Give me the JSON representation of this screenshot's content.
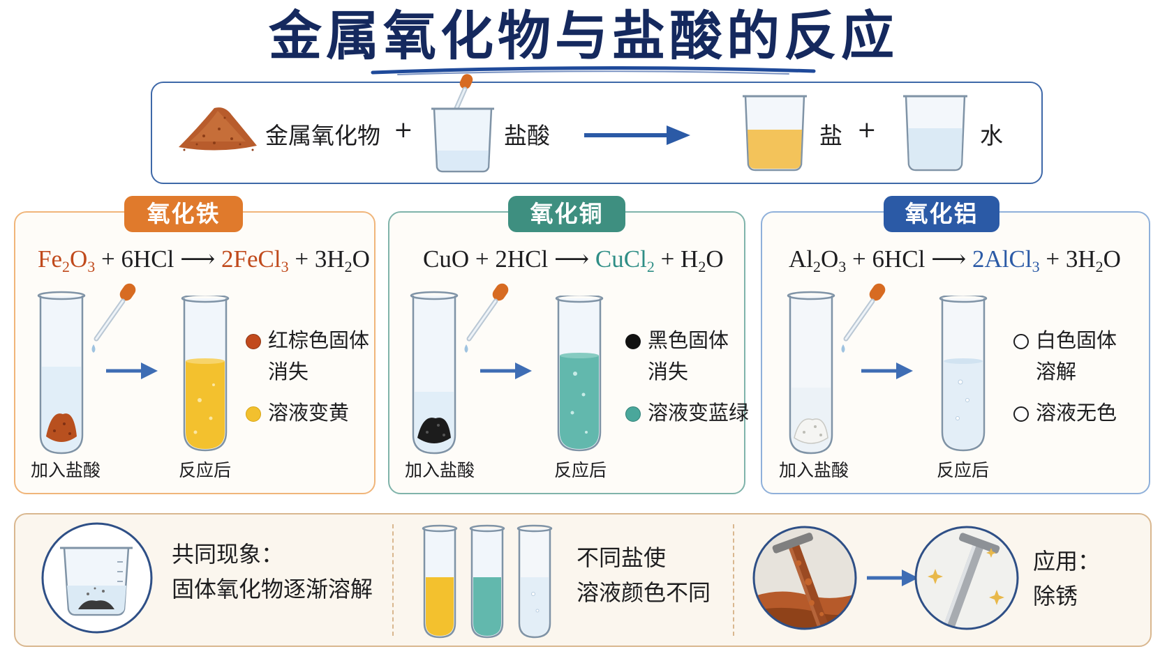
{
  "title": "金属氧化物与盐酸的反应",
  "general": {
    "metal_oxide": "金属氧化物",
    "plus1": "+",
    "acid": "盐酸",
    "salt": "盐",
    "plus2": "+",
    "water": "水"
  },
  "cards": [
    {
      "tag": "氧化铁",
      "color": "#e07a2c",
      "eq": {
        "reactant": "Fe",
        "r_sub1": "2",
        "r_mid": "O",
        "r_sub2": "3",
        "rest": " + 6HCl ⟶ ",
        "product": "2FeCl",
        "p_sub": "3",
        "tail1": " + 3H",
        "t_sub": "2",
        "tail2": "O",
        "reactant_color": "#c04a1c",
        "product_color": "#c04a1c"
      },
      "caption_before": "加入盐酸",
      "caption_after": "反应后",
      "obs1_line1": "红棕色固体",
      "obs1_line2": "消失",
      "obs2": "溶液变黄",
      "dot1": "#c24a1d",
      "dot2": "#f2c02e"
    },
    {
      "tag": "氧化铜",
      "color": "#3e8f80",
      "eq": {
        "reactant": "CuO",
        "rest": " + 2HCl ⟶ ",
        "product": "CuCl",
        "p_sub": "2",
        "tail1": " + H",
        "t_sub": "2",
        "tail2": "O",
        "reactant_color": "#1d1d1f",
        "product_color": "#2f8e86"
      },
      "caption_before": "加入盐酸",
      "caption_after": "反应后",
      "obs1_line1": "黑色固体",
      "obs1_line2": "消失",
      "obs2": "溶液变蓝绿",
      "dot1": "#111111",
      "dot2": "#4aa79b"
    },
    {
      "tag": "氧化铝",
      "color": "#2b5aa6",
      "eq": {
        "reactant": "Al",
        "r_sub1": "2",
        "r_mid": "O",
        "r_sub2": "3",
        "rest": " + 6HCl ⟶ ",
        "product": "2AlCl",
        "p_sub": "3",
        "tail1": " + 3H",
        "t_sub": "2",
        "tail2": "O",
        "reactant_color": "#1d1d1f",
        "product_color": "#2b5aa6"
      },
      "caption_before": "加入盐酸",
      "caption_after": "反应后",
      "obs1_line1": "白色固体",
      "obs1_line2": "溶解",
      "obs2": "溶液无色",
      "dot1": "#ffffff",
      "dot2": "#ffffff"
    }
  ],
  "summary": {
    "common_label": "共同现象：",
    "common_text": "固体氧化物逐渐溶解",
    "diff_line1": "不同盐使",
    "diff_line2": "溶液颜色不同",
    "use_label": "应用：",
    "use_text": "除锈"
  },
  "icons": [
    "powder-pile-icon",
    "dropper-icon",
    "beaker-icon",
    "test-tube-icon",
    "arrow-right-icon",
    "rusty-nail-icon",
    "clean-nail-icon"
  ]
}
